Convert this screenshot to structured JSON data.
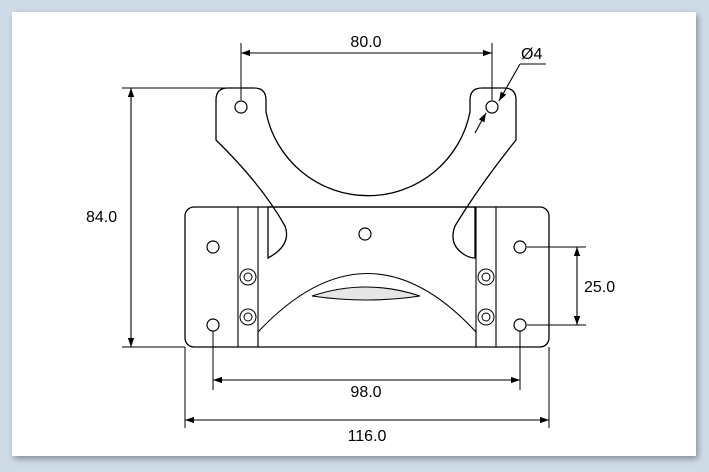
{
  "dimensions": {
    "top_span": "80.0",
    "hole_diameter": "Ø4",
    "height": "84.0",
    "hole_pitch": "25.0",
    "inner_span": "98.0",
    "overall_width": "116.0"
  },
  "colors": {
    "outline": "#000000",
    "sheet": "#ffffff",
    "background": "#cfdbe7",
    "slot_fill": "#e6e6e6"
  }
}
